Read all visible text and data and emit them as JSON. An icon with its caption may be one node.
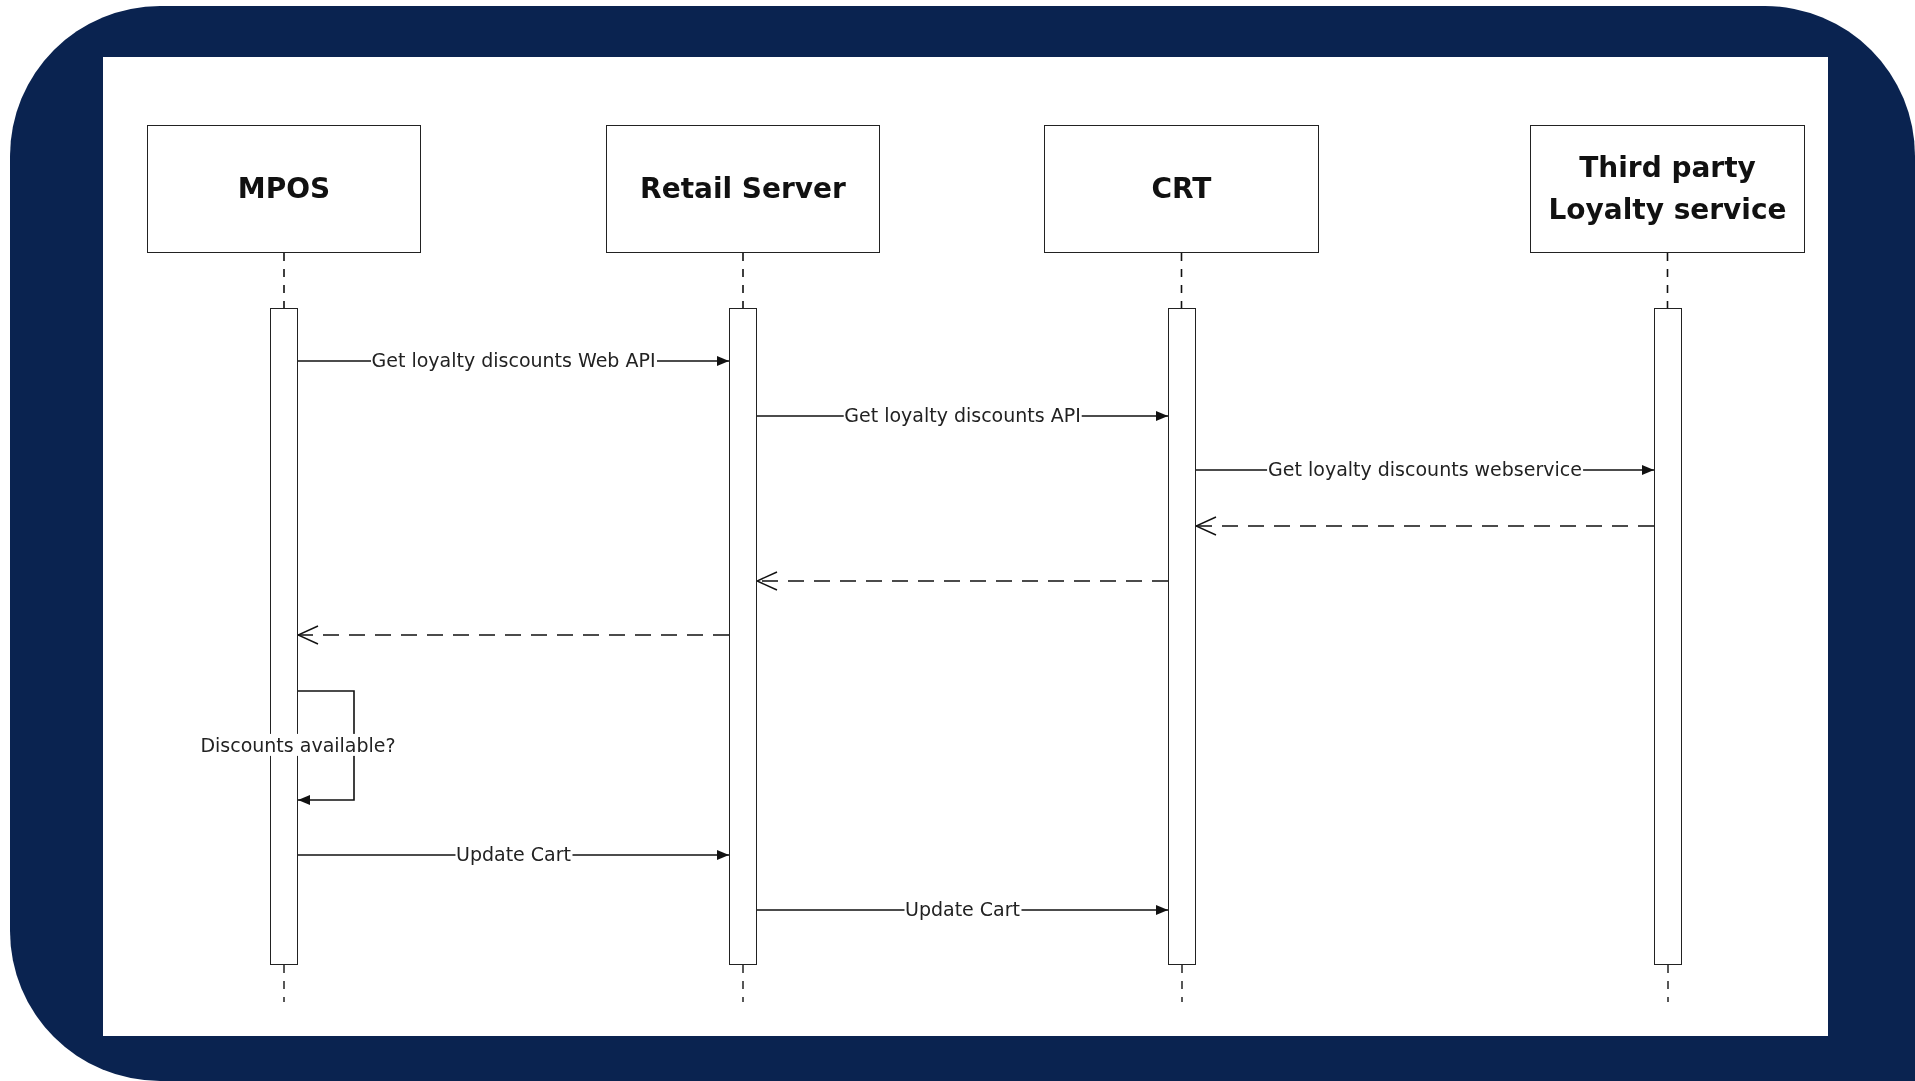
{
  "diagram": {
    "nodes": [
      {
        "text": [
          "MPOS"
        ]
      },
      {
        "text": [
          "Retail Server"
        ]
      },
      {
        "text": [
          "CRT"
        ]
      },
      {
        "text": [
          "Third party Loyalty service"
        ]
      },
      {
        "text": [],
        "shape": "bar"
      },
      {
        "text": [],
        "shape": "bar"
      },
      {
        "text": [],
        "shape": "bar"
      },
      {
        "text": [],
        "shape": "bar"
      }
    ],
    "edges": [
      {
        "from": 0,
        "to": 4,
        "arrow": "none",
        "style": "dashed"
      },
      {
        "from": 1,
        "to": 5,
        "arrow": "none",
        "style": "dashed"
      },
      {
        "from": 2,
        "to": 6,
        "arrow": "none",
        "style": "dashed"
      },
      {
        "from": 3,
        "to": 7,
        "arrow": "none",
        "style": "dashed"
      },
      {
        "from": 4,
        "to": 5,
        "arrow": "to",
        "label": "Get loyalty discounts Web API"
      },
      {
        "from": 5,
        "to": 6,
        "arrow": "to",
        "label": "Get loyalty discounts API"
      },
      {
        "from": 6,
        "to": 7,
        "arrow": "to",
        "label": "Get loyalty discounts webservice"
      },
      {
        "from": 7,
        "to": 6,
        "arrow": "to",
        "style": "dashed"
      },
      {
        "from": 6,
        "to": 5,
        "arrow": "to",
        "style": "dashed"
      },
      {
        "from": 5,
        "to": 4,
        "arrow": "to",
        "style": "dashed"
      },
      {
        "from": 4,
        "to": 4,
        "arrow": "to",
        "label": "Discounts available?"
      },
      {
        "from": 4,
        "to": 5,
        "arrow": "to",
        "label": "Update Cart"
      },
      {
        "from": 5,
        "to": 6,
        "arrow": "to",
        "label": "Update Cart"
      }
    ]
  }
}
